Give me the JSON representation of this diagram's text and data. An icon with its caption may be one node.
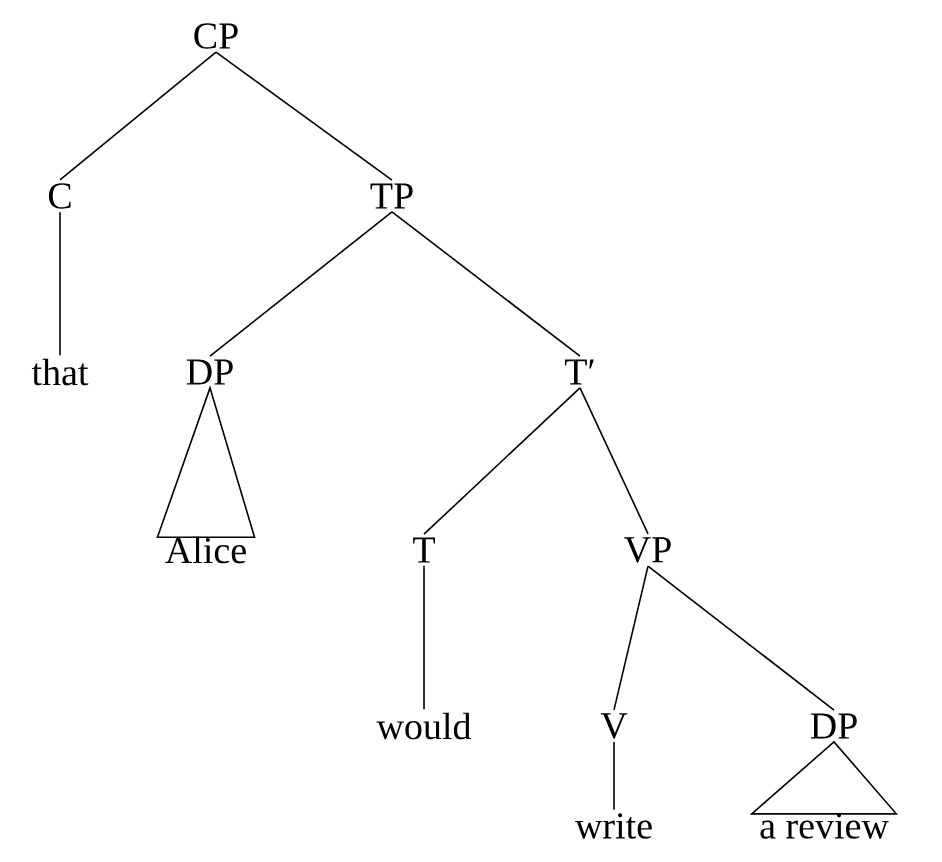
{
  "diagram": {
    "nodes": [
      {
        "text": [
          "CP"
        ]
      },
      {
        "text": [
          "C"
        ]
      },
      {
        "text": [
          "TP"
        ]
      },
      {
        "text": [
          "that"
        ]
      },
      {
        "text": [
          "DP"
        ]
      },
      {
        "text": [
          "T′"
        ]
      },
      {
        "text": [
          "Alice"
        ]
      },
      {
        "text": [
          "T"
        ]
      },
      {
        "text": [
          "VP"
        ]
      },
      {
        "text": [
          "would"
        ]
      },
      {
        "text": [
          "V"
        ]
      },
      {
        "text": [
          "DP"
        ]
      },
      {
        "text": [
          "write"
        ]
      },
      {
        "text": [
          "a review"
        ]
      }
    ],
    "edges": [
      {
        "from": 0,
        "to": 1,
        "arrow": "none"
      },
      {
        "from": 0,
        "to": 2,
        "arrow": "none"
      },
      {
        "from": 1,
        "to": 3,
        "arrow": "none"
      },
      {
        "from": 2,
        "to": 4,
        "arrow": "none"
      },
      {
        "from": 2,
        "to": 5,
        "arrow": "none"
      },
      {
        "from": 4,
        "to": 6,
        "arrow": "none"
      },
      {
        "from": 5,
        "to": 7,
        "arrow": "none"
      },
      {
        "from": 5,
        "to": 8,
        "arrow": "none"
      },
      {
        "from": 7,
        "to": 9,
        "arrow": "none"
      },
      {
        "from": 8,
        "to": 10,
        "arrow": "none"
      },
      {
        "from": 8,
        "to": 11,
        "arrow": "none"
      },
      {
        "from": 10,
        "to": 12,
        "arrow": "none"
      },
      {
        "from": 11,
        "to": 13,
        "arrow": "none"
      }
    ]
  }
}
